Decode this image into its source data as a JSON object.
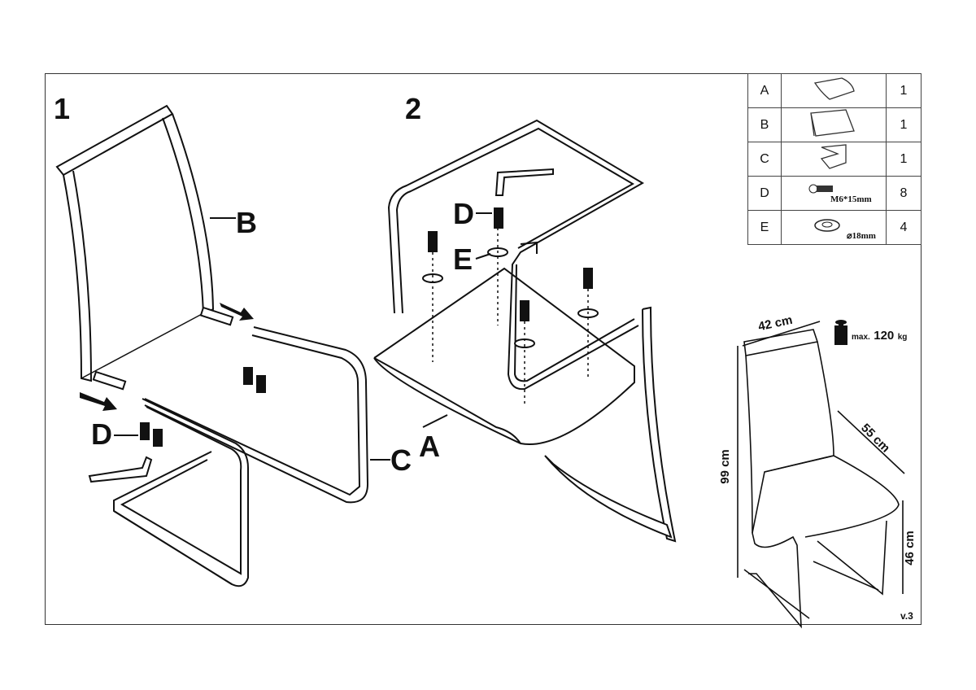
{
  "steps": [
    "1",
    "2"
  ],
  "callouts": {
    "step1": [
      "B",
      "D",
      "C"
    ],
    "step2": [
      "D",
      "E",
      "A"
    ]
  },
  "parts_table": [
    {
      "letter": "A",
      "icon": "seat-icon",
      "qty": "1"
    },
    {
      "letter": "B",
      "icon": "backrest-icon",
      "qty": "1"
    },
    {
      "letter": "C",
      "icon": "frame-icon",
      "qty": "1"
    },
    {
      "letter": "D",
      "icon": "bolt-icon",
      "spec": "M6*15mm",
      "qty": "8"
    },
    {
      "letter": "E",
      "icon": "washer-icon",
      "spec": "⌀18mm",
      "qty": "4"
    }
  ],
  "dimensions": {
    "width": "42 cm",
    "depth": "55 cm",
    "height": "99 cm",
    "seat_height": "46 cm"
  },
  "max_load": {
    "prefix": "max.",
    "value": "120",
    "unit": "kg"
  },
  "version": "v.3"
}
